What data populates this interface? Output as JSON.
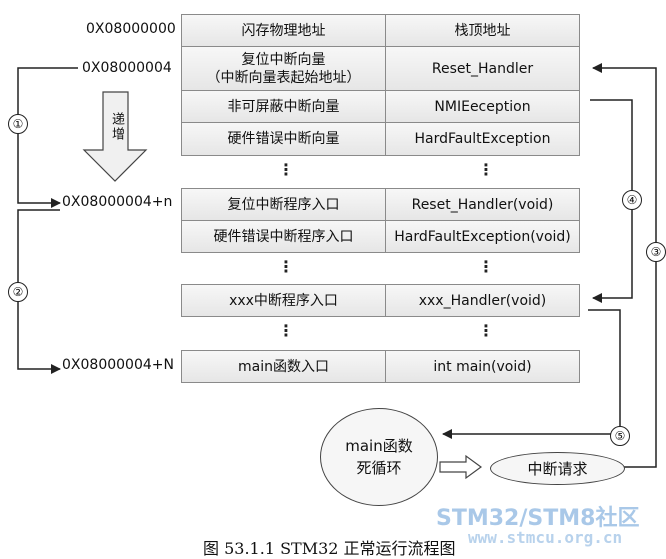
{
  "addresses": {
    "a0": "0X08000000",
    "a4": "0X08000004",
    "a4n": "0X08000004+n",
    "a4N": "0X08000004+N"
  },
  "table": {
    "rows": [
      {
        "left": "闪存物理地址",
        "right": "栈顶地址"
      },
      {
        "left": "复位中断向量\n（中断向量表起始地址）",
        "right": "Reset_Handler"
      },
      {
        "left": "非可屏蔽中断向量",
        "right": "NMIEeception"
      },
      {
        "left": "硬件错误中断向量",
        "right": "HardFaultException"
      },
      {
        "left": "复位中断程序入口",
        "right": "Reset_Handler(void)"
      },
      {
        "left": "硬件错误中断程序入口",
        "right": "HardFaultException(void)"
      },
      {
        "left": "xxx中断程序入口",
        "right": "xxx_Handler(void)"
      },
      {
        "left": "main函数入口",
        "right": "int main(void)"
      }
    ]
  },
  "ellipsis": "⋮",
  "increment_label": "递增",
  "step_numbers": [
    "①",
    "②",
    "④",
    "③",
    "⑤"
  ],
  "main_loop": "main函数\n死循环",
  "interrupt_request": "中断请求",
  "watermark": {
    "line1": "STM32/STM8社区",
    "line2": "www.stmcu.org.cn"
  },
  "caption": "图 53.1.1 STM32 正常运行流程图"
}
